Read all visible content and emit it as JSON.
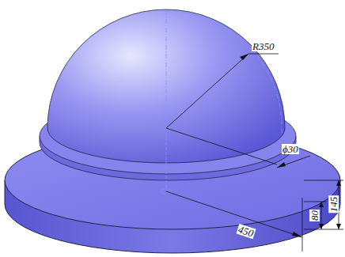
{
  "diagram": {
    "labels": [
      "R350",
      "ϕ30",
      "450",
      "80",
      "145"
    ]
  }
}
